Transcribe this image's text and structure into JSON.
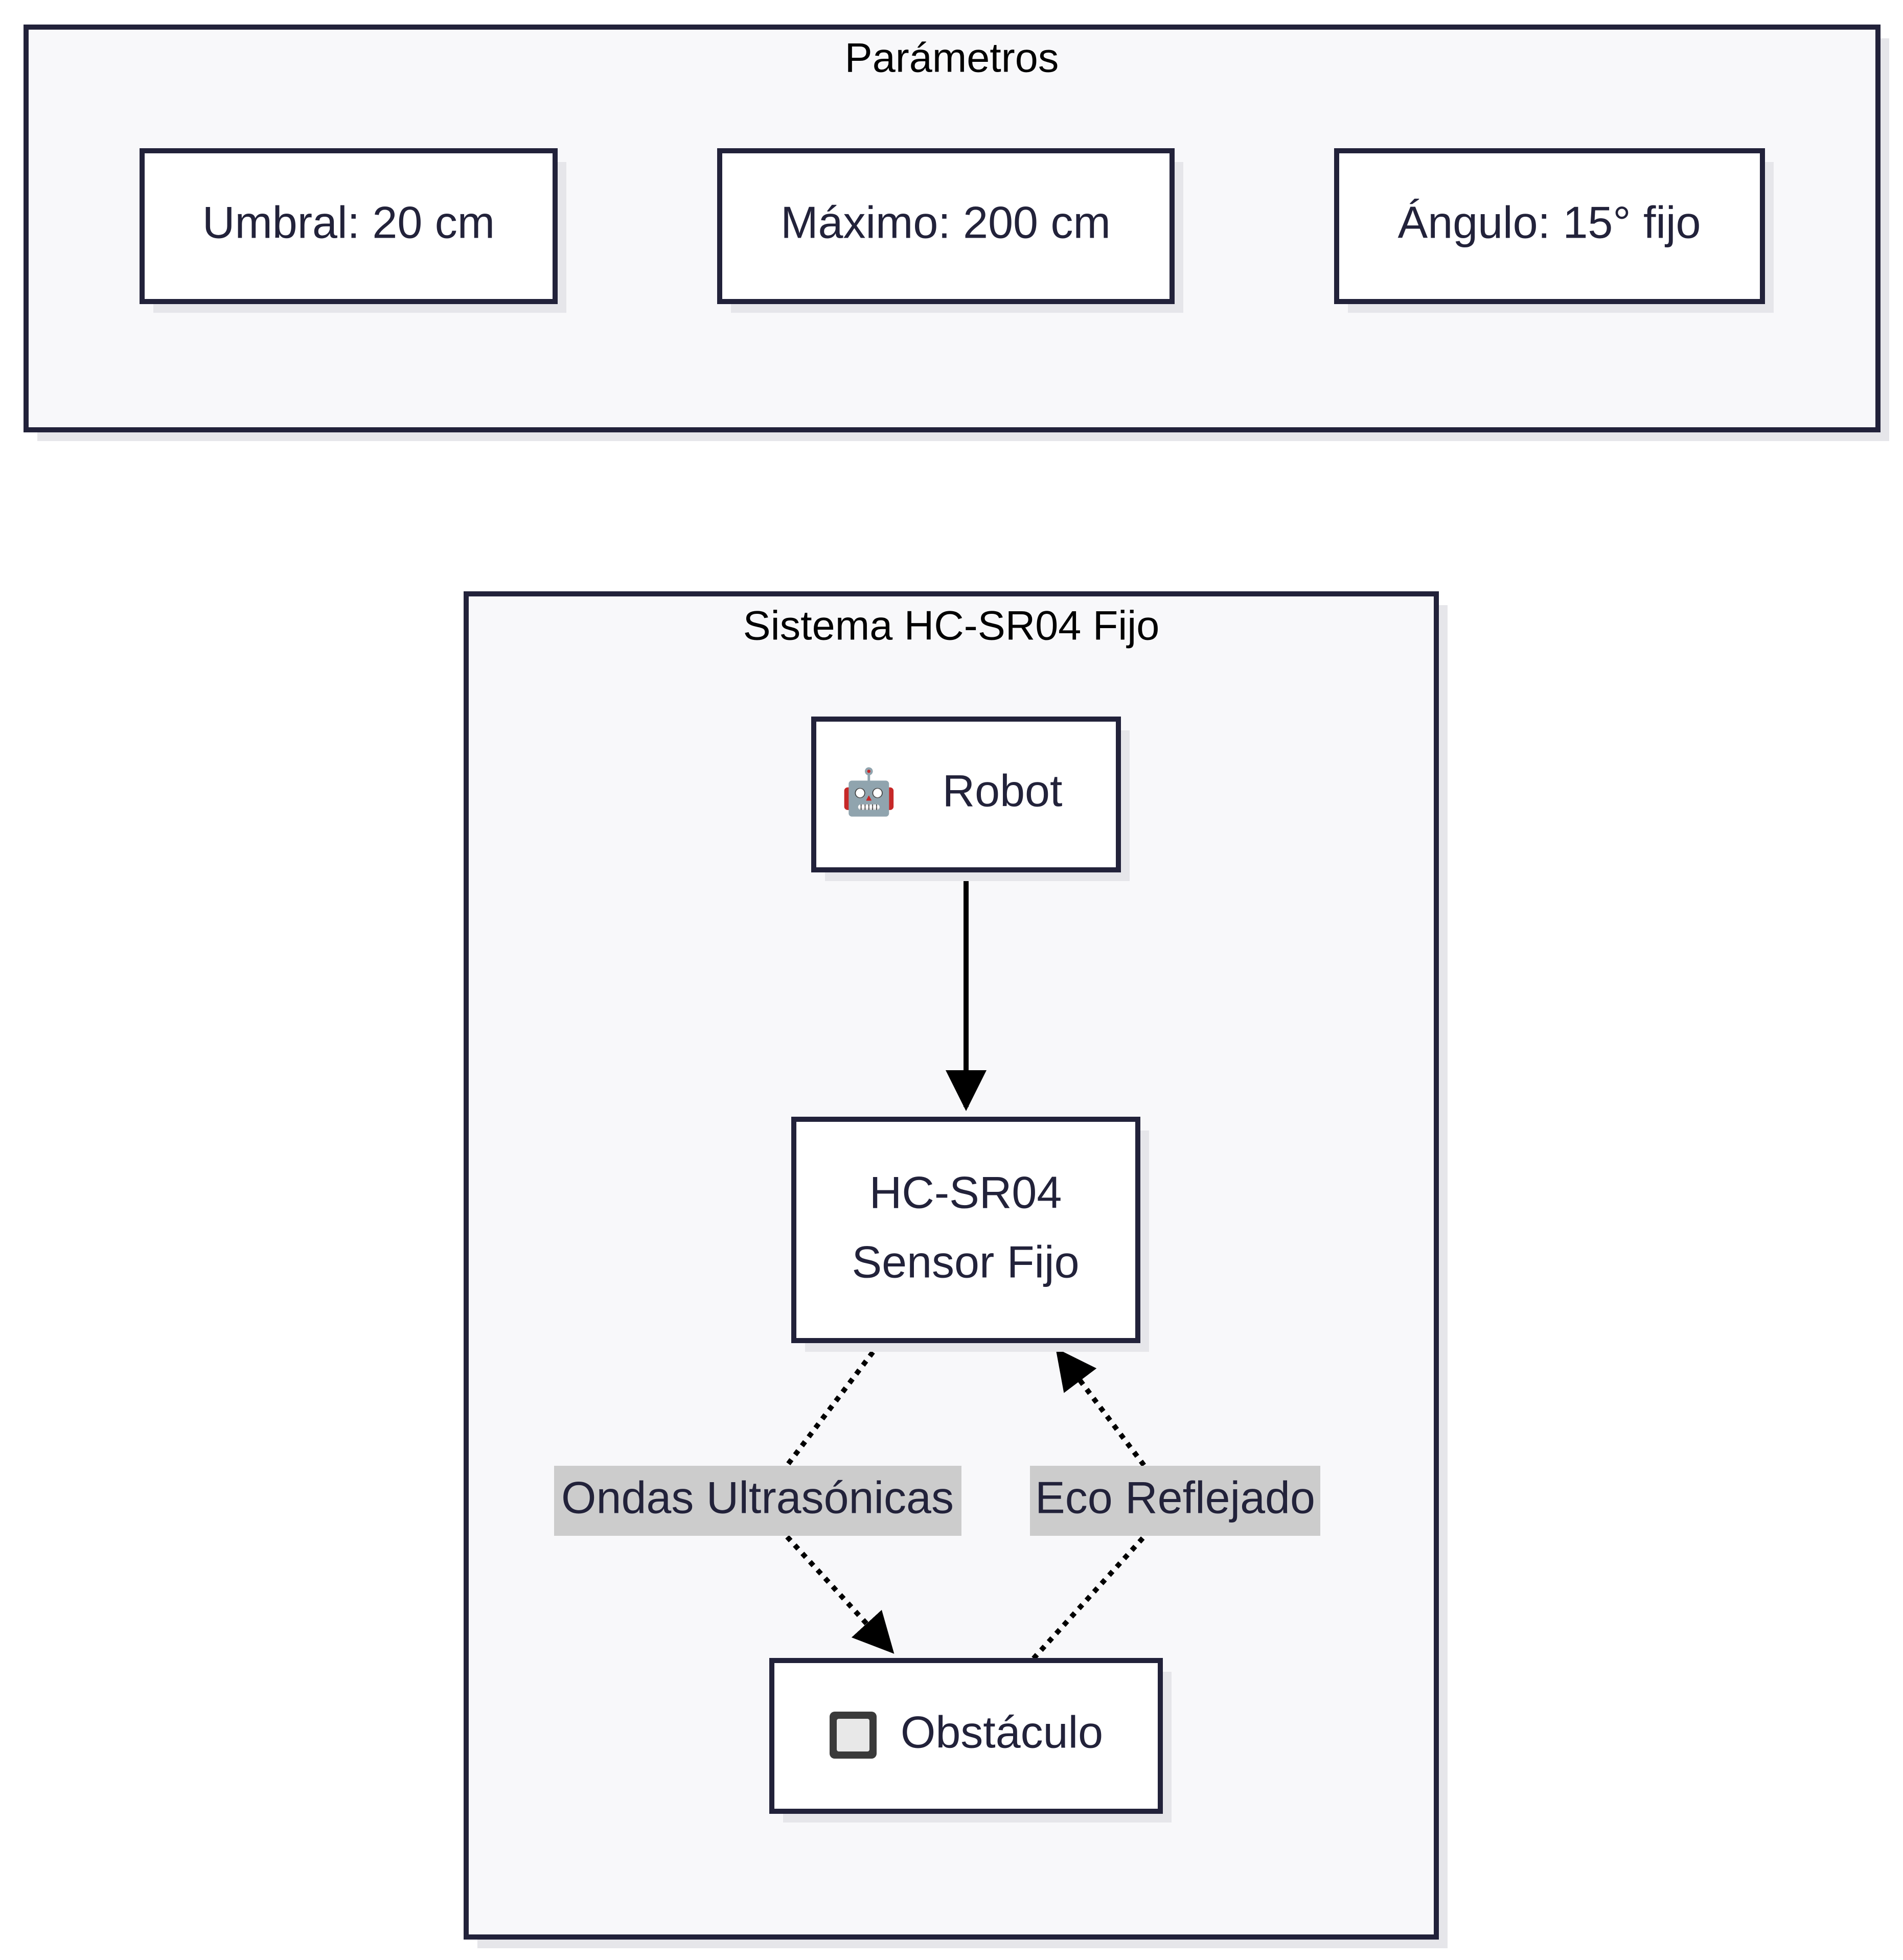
{
  "clusters": {
    "parametros": {
      "title": "Parámetros"
    },
    "sistema": {
      "title": "Sistema HC-SR04 Fijo"
    }
  },
  "nodes": {
    "umbral": {
      "label": "Umbral: 20 cm"
    },
    "maximo": {
      "label": "Máximo: 200 cm"
    },
    "angulo": {
      "label": "Ángulo: 15° fijo"
    },
    "robot": {
      "icon": "robot-icon",
      "icon_glyph": "🤖",
      "label": "Robot"
    },
    "sensor": {
      "line1": "HC-SR04",
      "line2": "Sensor Fijo"
    },
    "obstaculo": {
      "icon": "square-icon",
      "label": "Obstáculo"
    }
  },
  "edges": {
    "robot_sensor": {
      "style": "solid",
      "from": "Robot",
      "to": "HC-SR04 Sensor Fijo"
    },
    "ondas": {
      "style": "dotted",
      "label": "Ondas Ultrasónicas",
      "from": "HC-SR04 Sensor Fijo",
      "to": "Obstáculo"
    },
    "eco": {
      "style": "dotted",
      "label": "Eco Reflejado",
      "from": "Obstáculo",
      "to": "HC-SR04 Sensor Fijo"
    }
  },
  "colors": {
    "border": "#22223a",
    "cluster_fill": "#f8f8fa",
    "node_fill": "#ffffff",
    "shadow": "#e6e6ea",
    "edge_label_bg": "#cccccc",
    "edge": "#000000"
  }
}
